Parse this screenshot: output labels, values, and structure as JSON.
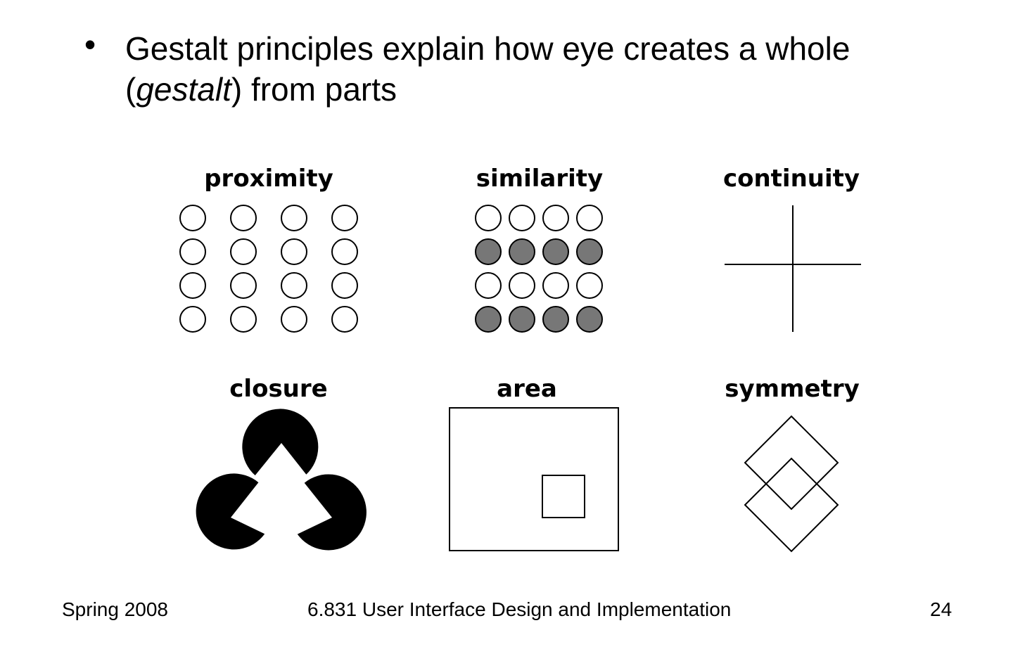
{
  "slide": {
    "bullet_symbol": "•",
    "bullet_before": "Gestalt principles explain how eye creates a whole (",
    "bullet_italic": "gestalt",
    "bullet_after": ") from parts"
  },
  "demos": {
    "proximity": {
      "label": "proximity",
      "rows": [
        [
          0,
          0,
          0,
          0
        ],
        [
          0,
          0,
          0,
          0
        ],
        [
          0,
          0,
          0,
          0
        ],
        [
          0,
          0,
          0,
          0
        ]
      ]
    },
    "similarity": {
      "label": "similarity",
      "rows": [
        [
          0,
          0,
          0,
          0
        ],
        [
          1,
          1,
          1,
          1
        ],
        [
          0,
          0,
          0,
          0
        ],
        [
          1,
          1,
          1,
          1
        ]
      ]
    },
    "continuity": {
      "label": "continuity"
    },
    "closure": {
      "label": "closure"
    },
    "area": {
      "label": "area"
    },
    "symmetry": {
      "label": "symmetry"
    }
  },
  "colors": {
    "background": "#ffffff",
    "text": "#000000",
    "filled_circle": "#777777",
    "empty_circle": "#ffffff",
    "stroke": "#000000"
  },
  "footer": {
    "left": "Spring 2008",
    "center": "6.831 User Interface Design and Implementation",
    "right": "24"
  }
}
